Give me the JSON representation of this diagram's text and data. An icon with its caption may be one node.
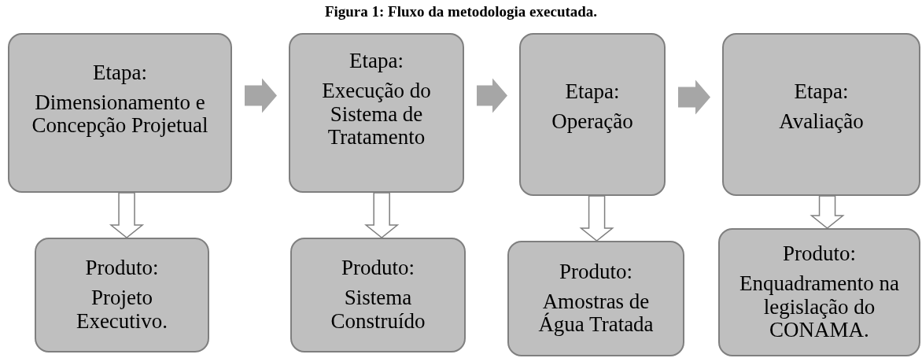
{
  "diagram": {
    "title": "Figura 1: Fluxo da metodologia executada.",
    "nodes": [
      {
        "text": [
          "Etapa:",
          "Dimensionamento e Concepção Projetual"
        ]
      },
      {
        "text": [
          "Etapa:",
          "Execução do Sistema de Tratamento"
        ]
      },
      {
        "text": [
          "Etapa:",
          "Operação"
        ]
      },
      {
        "text": [
          "Etapa:",
          "Avaliação"
        ]
      },
      {
        "text": [
          "Produto:",
          "Projeto Executivo."
        ]
      },
      {
        "text": [
          "Produto:",
          "Sistema Construído"
        ]
      },
      {
        "text": [
          "Produto:",
          "Amostras de Água Tratada"
        ]
      },
      {
        "text": [
          "Produto:",
          "Enquadramento na legislação do CONAMA."
        ]
      }
    ],
    "edges": [
      {
        "from": 0,
        "to": 1,
        "arrow": "to"
      },
      {
        "from": 1,
        "to": 2,
        "arrow": "to"
      },
      {
        "from": 2,
        "to": 3,
        "arrow": "to"
      },
      {
        "from": 0,
        "to": 4,
        "arrow": "to"
      },
      {
        "from": 1,
        "to": 5,
        "arrow": "to"
      },
      {
        "from": 2,
        "to": 6,
        "arrow": "to"
      },
      {
        "from": 3,
        "to": 7,
        "arrow": "to"
      }
    ]
  }
}
